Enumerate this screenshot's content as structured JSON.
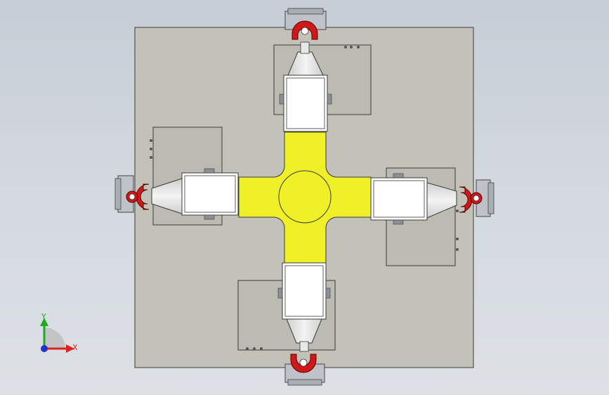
{
  "viewport": {
    "background_top": "#c6cdd6",
    "background_bottom": "#dde1e6"
  },
  "colors": {
    "base_plate": "#c3c2b9",
    "outline": "#3a3a3a",
    "yellow_platform": "#f0f028",
    "white_box": "#ffffff",
    "cone": "#e4e4e4",
    "red_gripper": "#d01818",
    "module_plate": "#bcbbb2",
    "hardware": "#8c8f96"
  },
  "triad": {
    "y_label": "Y",
    "x_label": "X",
    "y_color": "#22aa22",
    "x_color": "#dd2222",
    "z_color": "#2233cc"
  },
  "model": {
    "stations": [
      "top",
      "right",
      "bottom",
      "left"
    ],
    "gripper_icon": "gripper-icon",
    "center_icon": "rotary-table-icon"
  }
}
